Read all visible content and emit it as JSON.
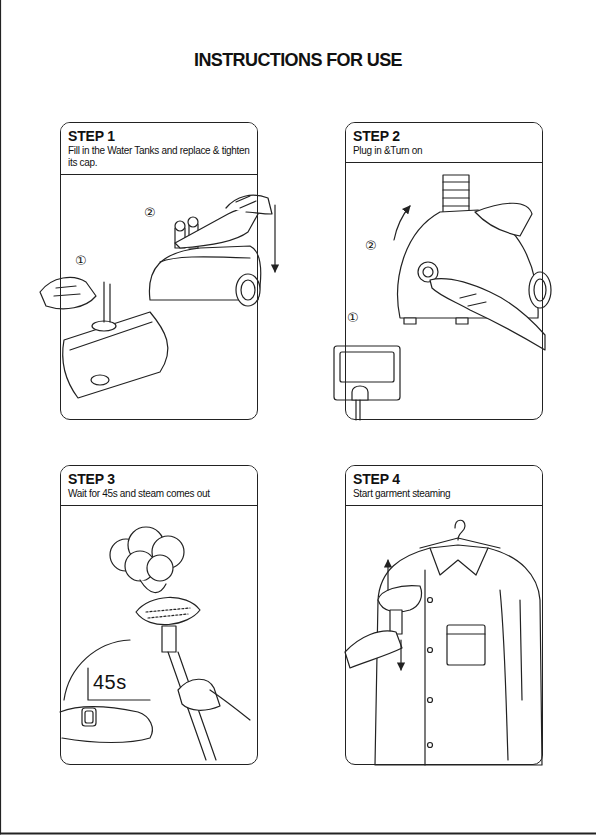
{
  "diagram": {
    "title": "INSTRUCTIONS FOR USE",
    "nodes": [
      {
        "text": [
          "STEP 1",
          "Fill in the Water Tanks and replace & tighten its cap."
        ]
      },
      {
        "text": [
          "STEP 2",
          "Plug in &Turn on"
        ]
      },
      {
        "text": [
          "STEP 3",
          "Wait for 45s and steam comes out"
        ]
      },
      {
        "text": [
          "STEP 4",
          "Start garment steaming"
        ]
      }
    ],
    "labels": [
      "②",
      "①",
      "②",
      "①",
      "45s"
    ]
  }
}
